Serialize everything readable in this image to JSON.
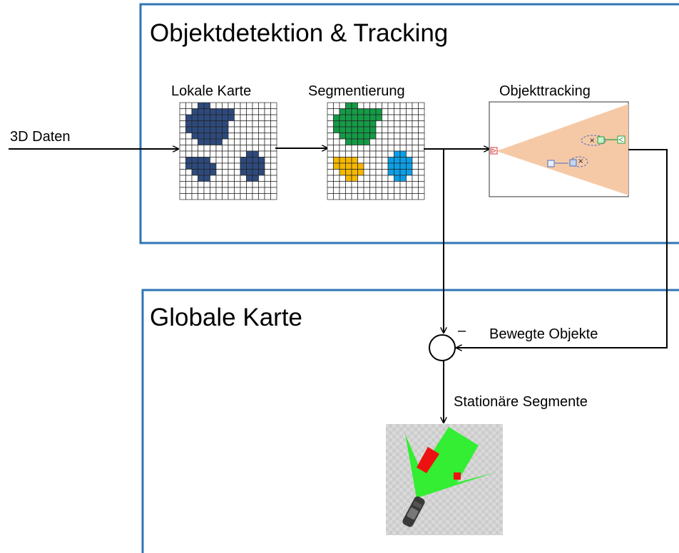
{
  "boxes": {
    "detection": {
      "title": "Objektdetektion & Tracking"
    },
    "global": {
      "title": "Globale Karte"
    }
  },
  "labels": {
    "input": "3D Daten",
    "local_map": "Lokale Karte",
    "segmentation": "Segmentierung",
    "tracking": "Objekttracking",
    "moving_objects": "Bewegte Objekte",
    "minus": "–",
    "stationary_segments": "Stationäre Segmente"
  },
  "colors": {
    "frame": "#2f75b5",
    "local_cells": "#2e4a7d",
    "segment_green": "#149b46",
    "segment_yellow": "#f5b800",
    "segment_blue": "#0b9fe6",
    "tracking_cone": "#f6c9a6",
    "map_cone": "#33ee33",
    "map_obstacle": "#ee1111"
  }
}
